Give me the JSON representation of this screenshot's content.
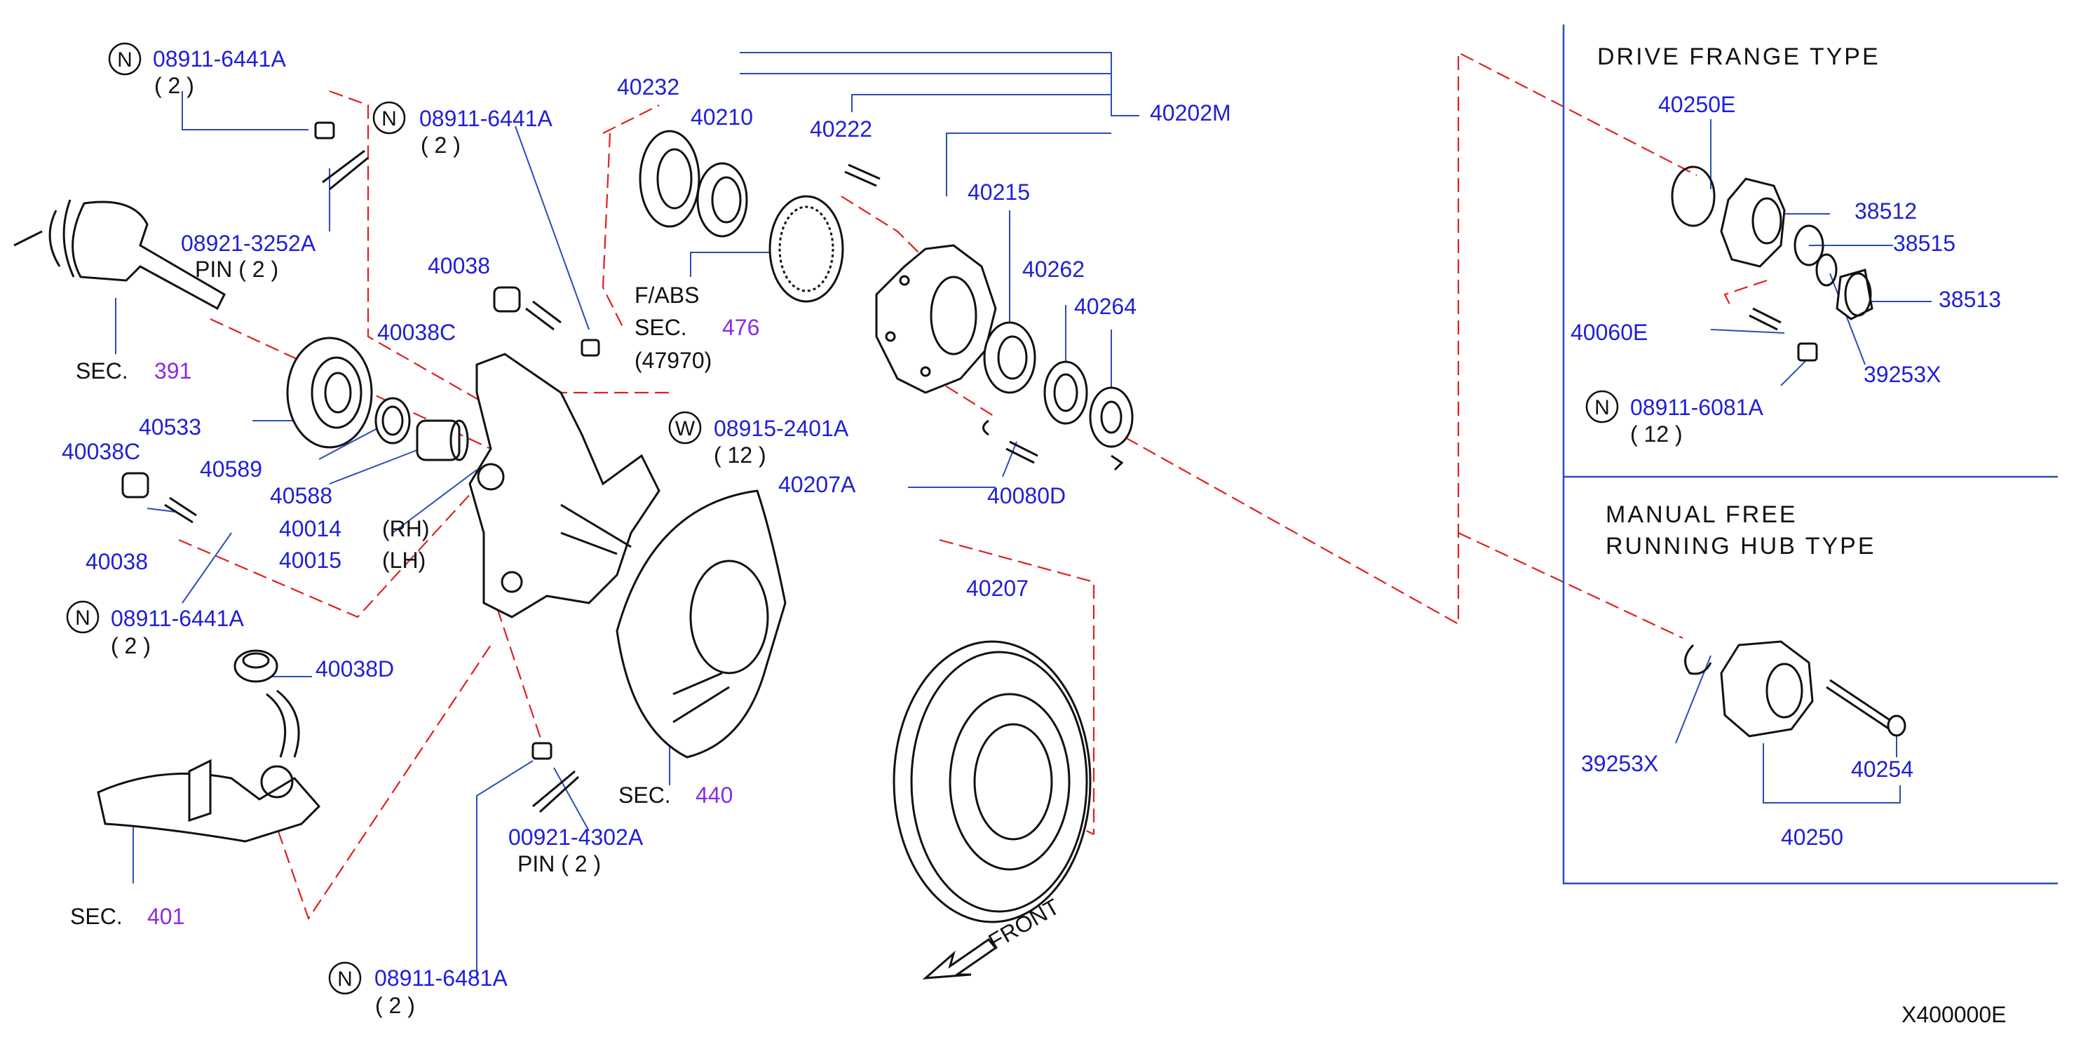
{
  "labels": {
    "n_08911_6441A_top": "08911-6441A",
    "q_2_a": "( 2 )",
    "n_08911_6441A_mid": "08911-6441A",
    "q_2_b": "( 2 )",
    "p_08921_3252A": "08921-3252A",
    "pin_2_a": "PIN  ( 2 )",
    "sec_text": "SEC.",
    "sec_391": "391",
    "p_40038": "40038",
    "p_40038C_a": "40038C",
    "p_40533": "40533",
    "p_40038C_b": "40038C",
    "p_40589": "40589",
    "p_40588": "40588",
    "p_40014": "40014",
    "p_40015": "40015",
    "rh": "(RH)",
    "lh": "(LH)",
    "p_40038_b": "40038",
    "n_08911_6441A_low": "08911-6441A",
    "q_2_c": "( 2 )",
    "p_40038D": "40038D",
    "sec_401": "401",
    "p_00921_4302A": "00921-4302A",
    "pin_2_b": "PIN  ( 2 )",
    "n_08911_6481A": "08911-6481A",
    "q_2_d": "( 2 )",
    "p_40232": "40232",
    "p_40210": "40210",
    "p_40222": "40222",
    "p_40202M": "40202M",
    "p_40215": "40215",
    "f_abs": "F/ABS",
    "sec_476": "476",
    "p_47970": "(47970)",
    "w_08915_2401A": "08915-2401A",
    "q_12_a": "( 12 )",
    "p_40262": "40262",
    "p_40264": "40264",
    "p_40207A": "40207A",
    "p_40080D": "40080D",
    "p_40207": "40207",
    "sec_440": "440",
    "front": "FRONT",
    "drive_header": "DRIVE  FRANGE  TYPE",
    "p_40250E": "40250E",
    "p_38512": "38512",
    "p_38515": "38515",
    "p_38513": "38513",
    "p_40060E": "40060E",
    "p_39253X_a": "39253X",
    "n_08911_6081A": "08911-6081A",
    "q_12_b": "( 12 )",
    "manual_header_1": "MANUAL  FREE",
    "manual_header_2": "RUNNING  HUB  TYPE",
    "p_39253X_b": "39253X",
    "p_40254": "40254",
    "p_40250": "40250",
    "diagram_id": "X400000E",
    "circle_n": "N",
    "circle_w": "W"
  },
  "colors": {
    "part_number": "#1f1fd6",
    "section_number": "#8a2be2",
    "leader_line": "#2b4db6",
    "dashed_guide": "#e02020",
    "outline": "#111111"
  }
}
